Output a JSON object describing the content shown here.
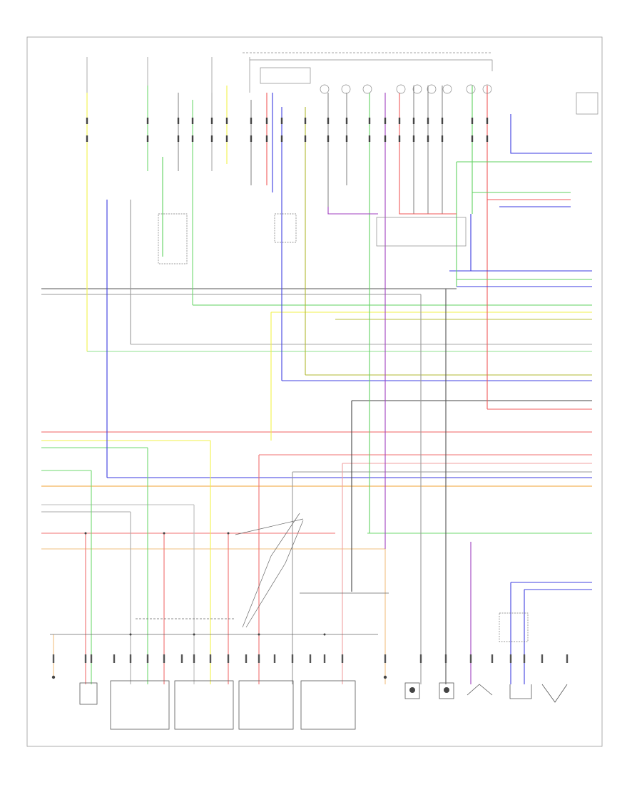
{
  "diagram": {
    "frame_label": "",
    "footer_code": "",
    "wire_colors": {
      "gray": "#8a8a8a",
      "yellow": "#f2f24a",
      "green": "#5fd15f",
      "blue": "#3a3ae0",
      "red": "#f05a5a",
      "orange": "#f2a030",
      "black": "#333333",
      "violet": "#a040c0",
      "olive": "#a8b020",
      "pink": "#f08cb4"
    },
    "bottom_components": [
      {
        "id": "c1",
        "label": ""
      },
      {
        "id": "c2",
        "label": ""
      },
      {
        "id": "c3",
        "label": ""
      },
      {
        "id": "c4",
        "label": ""
      },
      {
        "id": "c5",
        "label": ""
      },
      {
        "id": "c6",
        "label": ""
      },
      {
        "id": "c7",
        "label": ""
      },
      {
        "id": "c8",
        "label": ""
      },
      {
        "id": "c9",
        "label": ""
      },
      {
        "id": "c10",
        "label": ""
      },
      {
        "id": "c11",
        "label": ""
      },
      {
        "id": "c12",
        "label": ""
      }
    ]
  }
}
